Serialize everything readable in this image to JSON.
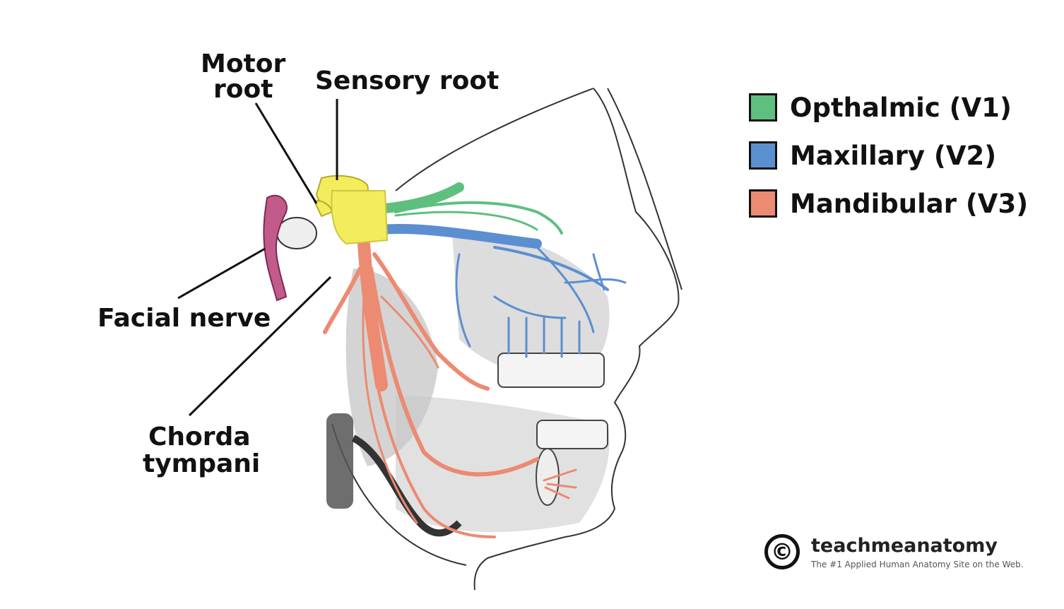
{
  "labels": {
    "motor_root_line1": "Motor",
    "motor_root_line2": "root",
    "sensory_root": "Sensory root",
    "facial_nerve": "Facial nerve",
    "chorda_line1": "Chorda",
    "chorda_line2": "tympani"
  },
  "legend": [
    {
      "label": "Opthalmic (V1)",
      "color": "#5fbf7f"
    },
    {
      "label": "Maxillary (V2)",
      "color": "#5b8fd0"
    },
    {
      "label": "Mandibular (V3)",
      "color": "#ec8a72"
    }
  ],
  "colors": {
    "ganglion": "#f3ec5c",
    "facial": "#c25a8a",
    "v1": "#5fbf7f",
    "v2": "#5b8fd0",
    "v3": "#ec8a72"
  },
  "brand": {
    "symbol": "©",
    "name": "teachmeanatomy",
    "tagline": "The #1 Applied Human Anatomy Site on the Web."
  }
}
